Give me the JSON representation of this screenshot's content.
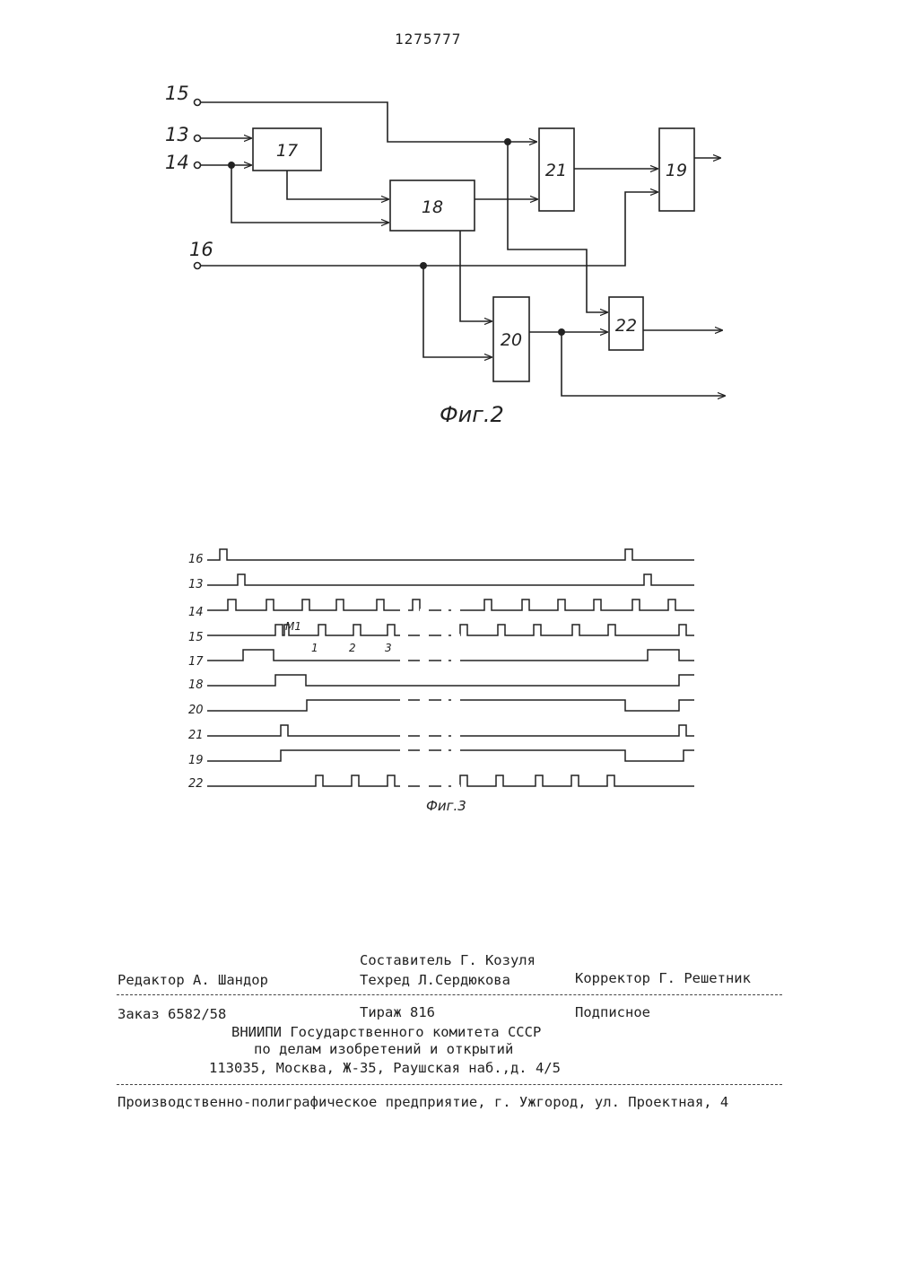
{
  "header": {
    "patent_number": "1275777"
  },
  "figure2": {
    "caption": "Фиг.2",
    "inputs": [
      "15",
      "13",
      "14",
      "16"
    ],
    "blocks": [
      "17",
      "18",
      "21",
      "19",
      "20",
      "22"
    ]
  },
  "figure3": {
    "caption": "Фиг.3",
    "rows": [
      "16",
      "13",
      "14",
      "15",
      "17",
      "18",
      "20",
      "21",
      "19",
      "22"
    ],
    "annotations": [
      "М1",
      "1",
      "2",
      "3"
    ]
  },
  "imprint": {
    "compiler": "Составитель Г. Козуля",
    "editor": "Редактор А. Шандор",
    "techred": "Техред Л.Сердюкова",
    "corrector": "Корректор Г. Решетник",
    "order": "Заказ 6582/58",
    "circulation": "Тираж 816",
    "subscription": "Подписное",
    "org_line1": "ВНИИПИ Государственного комитета СССР",
    "org_line2": "по делам изобретений и открытий",
    "org_line3": "113035, Москва, Ж-35, Раушская наб.,д. 4/5",
    "printer": "Производственно-полиграфическое предприятие, г. Ужгород, ул. Проектная, 4"
  }
}
